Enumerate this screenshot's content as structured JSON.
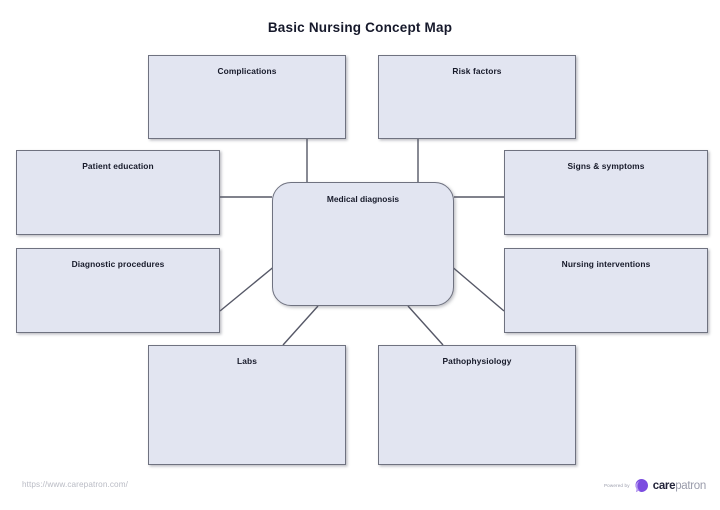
{
  "document": {
    "title": "Basic Nursing Concept Map"
  },
  "diagram": {
    "type": "concept-map",
    "center": {
      "id": "medical-diagnosis",
      "label": "Medical diagnosis",
      "shape": "rounded-rectangle"
    },
    "nodes": [
      {
        "id": "complications",
        "label": "Complications",
        "position": "top-left"
      },
      {
        "id": "risk-factors",
        "label": "Risk factors",
        "position": "top-right"
      },
      {
        "id": "patient-education",
        "label": "Patient education",
        "position": "left-upper"
      },
      {
        "id": "diagnostic-procedures",
        "label": "Diagnostic procedures",
        "position": "left-lower"
      },
      {
        "id": "signs-symptoms",
        "label": "Signs & symptoms",
        "position": "right-upper"
      },
      {
        "id": "nursing-interventions",
        "label": "Nursing interventions",
        "position": "right-lower"
      },
      {
        "id": "labs",
        "label": "Labs",
        "position": "bottom-left"
      },
      {
        "id": "pathophysiology",
        "label": "Pathophysiology",
        "position": "bottom-right"
      }
    ],
    "edges": [
      {
        "from": "medical-diagnosis",
        "to": "complications"
      },
      {
        "from": "medical-diagnosis",
        "to": "risk-factors"
      },
      {
        "from": "medical-diagnosis",
        "to": "patient-education"
      },
      {
        "from": "medical-diagnosis",
        "to": "diagnostic-procedures"
      },
      {
        "from": "medical-diagnosis",
        "to": "signs-symptoms"
      },
      {
        "from": "medical-diagnosis",
        "to": "nursing-interventions"
      },
      {
        "from": "medical-diagnosis",
        "to": "labs"
      },
      {
        "from": "medical-diagnosis",
        "to": "pathophysiology"
      }
    ],
    "colors": {
      "node_fill": "#e2e5f1",
      "node_border": "#6f7280",
      "connector": "#565867",
      "title_text": "#16192b",
      "page_background": "#ffffff"
    }
  },
  "footer": {
    "url": "https://www.carepatron.com/",
    "brand": {
      "powered_by": "Powered by",
      "name_bold": "care",
      "name_light": "patron",
      "mark_color": "#7b4ce0",
      "mark_color_light": "#b89cf2"
    }
  }
}
